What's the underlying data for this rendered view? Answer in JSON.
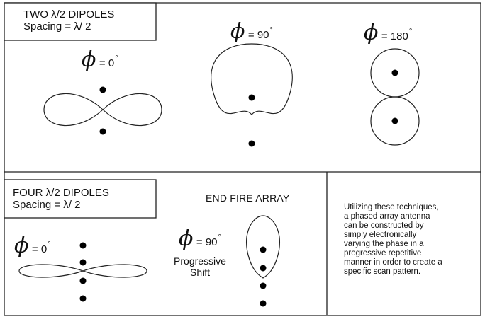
{
  "diagram": {
    "top_section": {
      "title_line1": "TWO λ/2  DIPOLES",
      "title_line2": "Spacing = λ/ 2",
      "patterns": [
        {
          "phase_symbol": "ϕ",
          "phase_text": "= 0",
          "degree": "°",
          "shape": "figure-eight"
        },
        {
          "phase_symbol": "ϕ",
          "phase_text": "= 90",
          "degree": "°",
          "shape": "cardioid"
        },
        {
          "phase_symbol": "ϕ",
          "phase_text": "= 180",
          "degree": "°",
          "shape": "two-circles"
        }
      ]
    },
    "bottom_section": {
      "title_line1": "FOUR λ/2  DIPOLES",
      "title_line2": "Spacing = λ/ 2",
      "array_label": "END FIRE ARRAY",
      "patterns": [
        {
          "phase_symbol": "ϕ",
          "phase_text": "= 0",
          "degree": "°",
          "shape": "figure-eight"
        },
        {
          "phase_symbol": "ϕ",
          "phase_text": "= 90",
          "degree": "°",
          "shape": "end-fire-lobe"
        }
      ],
      "progressive_line1": "Progressive",
      "progressive_line2": "Shift"
    },
    "note_lines": [
      "Utilizing these techniques,",
      "a phased array antenna",
      "can be constructed by",
      "simply electronically",
      "varying the phase in a",
      "progressive  repetitive",
      "manner in order to create a",
      "specific scan pattern."
    ]
  }
}
